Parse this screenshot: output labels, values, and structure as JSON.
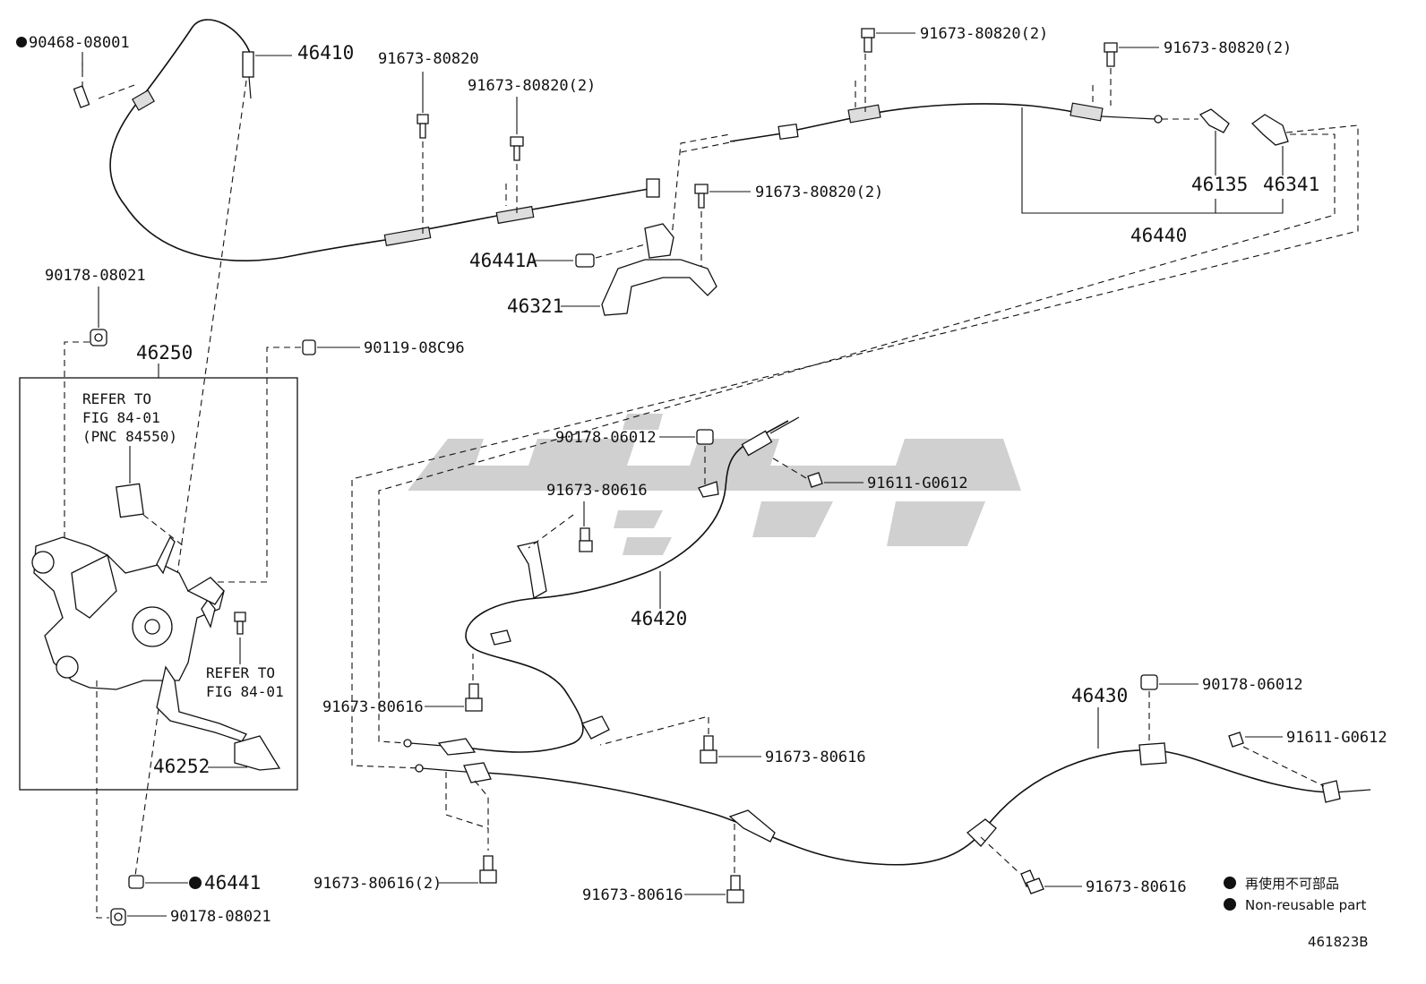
{
  "diagram": {
    "figure_code": "461823B",
    "watermark_text": "ایران",
    "legend": {
      "items": [
        {
          "label": "再使用不可部品"
        },
        {
          "label": "Non-reusable part"
        }
      ]
    },
    "labels": {
      "p90468": "90468-08001",
      "p46410": "46410",
      "p91673_80820_a": "91673-80820",
      "p91673_80820_2a": "91673-80820(2)",
      "p91673_80820_2b": "91673-80820(2)",
      "p91673_80820_2c": "91673-80820(2)",
      "p91673_80820_2d": "91673-80820(2)",
      "p46135": "46135",
      "p46341": "46341",
      "p46440": "46440",
      "p46441A": "46441A",
      "p46321": "46321",
      "p90178_08021_a": "90178-08021",
      "p46250": "46250",
      "p90119": "90119-08C96",
      "refer1_l1": "REFER TO",
      "refer1_l2": "FIG 84-01",
      "refer1_l3": "(PNC 84550)",
      "refer2_l1": "REFER TO",
      "refer2_l2": "FIG 84-01",
      "p46252": "46252",
      "p46441": "46441",
      "p90178_08021_b": "90178-08021",
      "p90178_06012_a": "90178-06012",
      "p91611_a": "91611-G0612",
      "p91673_80616_a": "91673-80616",
      "p46420": "46420",
      "p91673_80616_b": "91673-80616",
      "p91673_80616_c": "91673-80616",
      "p46430": "46430",
      "p90178_06012_b": "90178-06012",
      "p91611_b": "91611-G0612",
      "p91673_80616_2": "91673-80616(2)",
      "p91673_80616_d": "91673-80616",
      "p91673_80616_e": "91673-80616"
    }
  }
}
